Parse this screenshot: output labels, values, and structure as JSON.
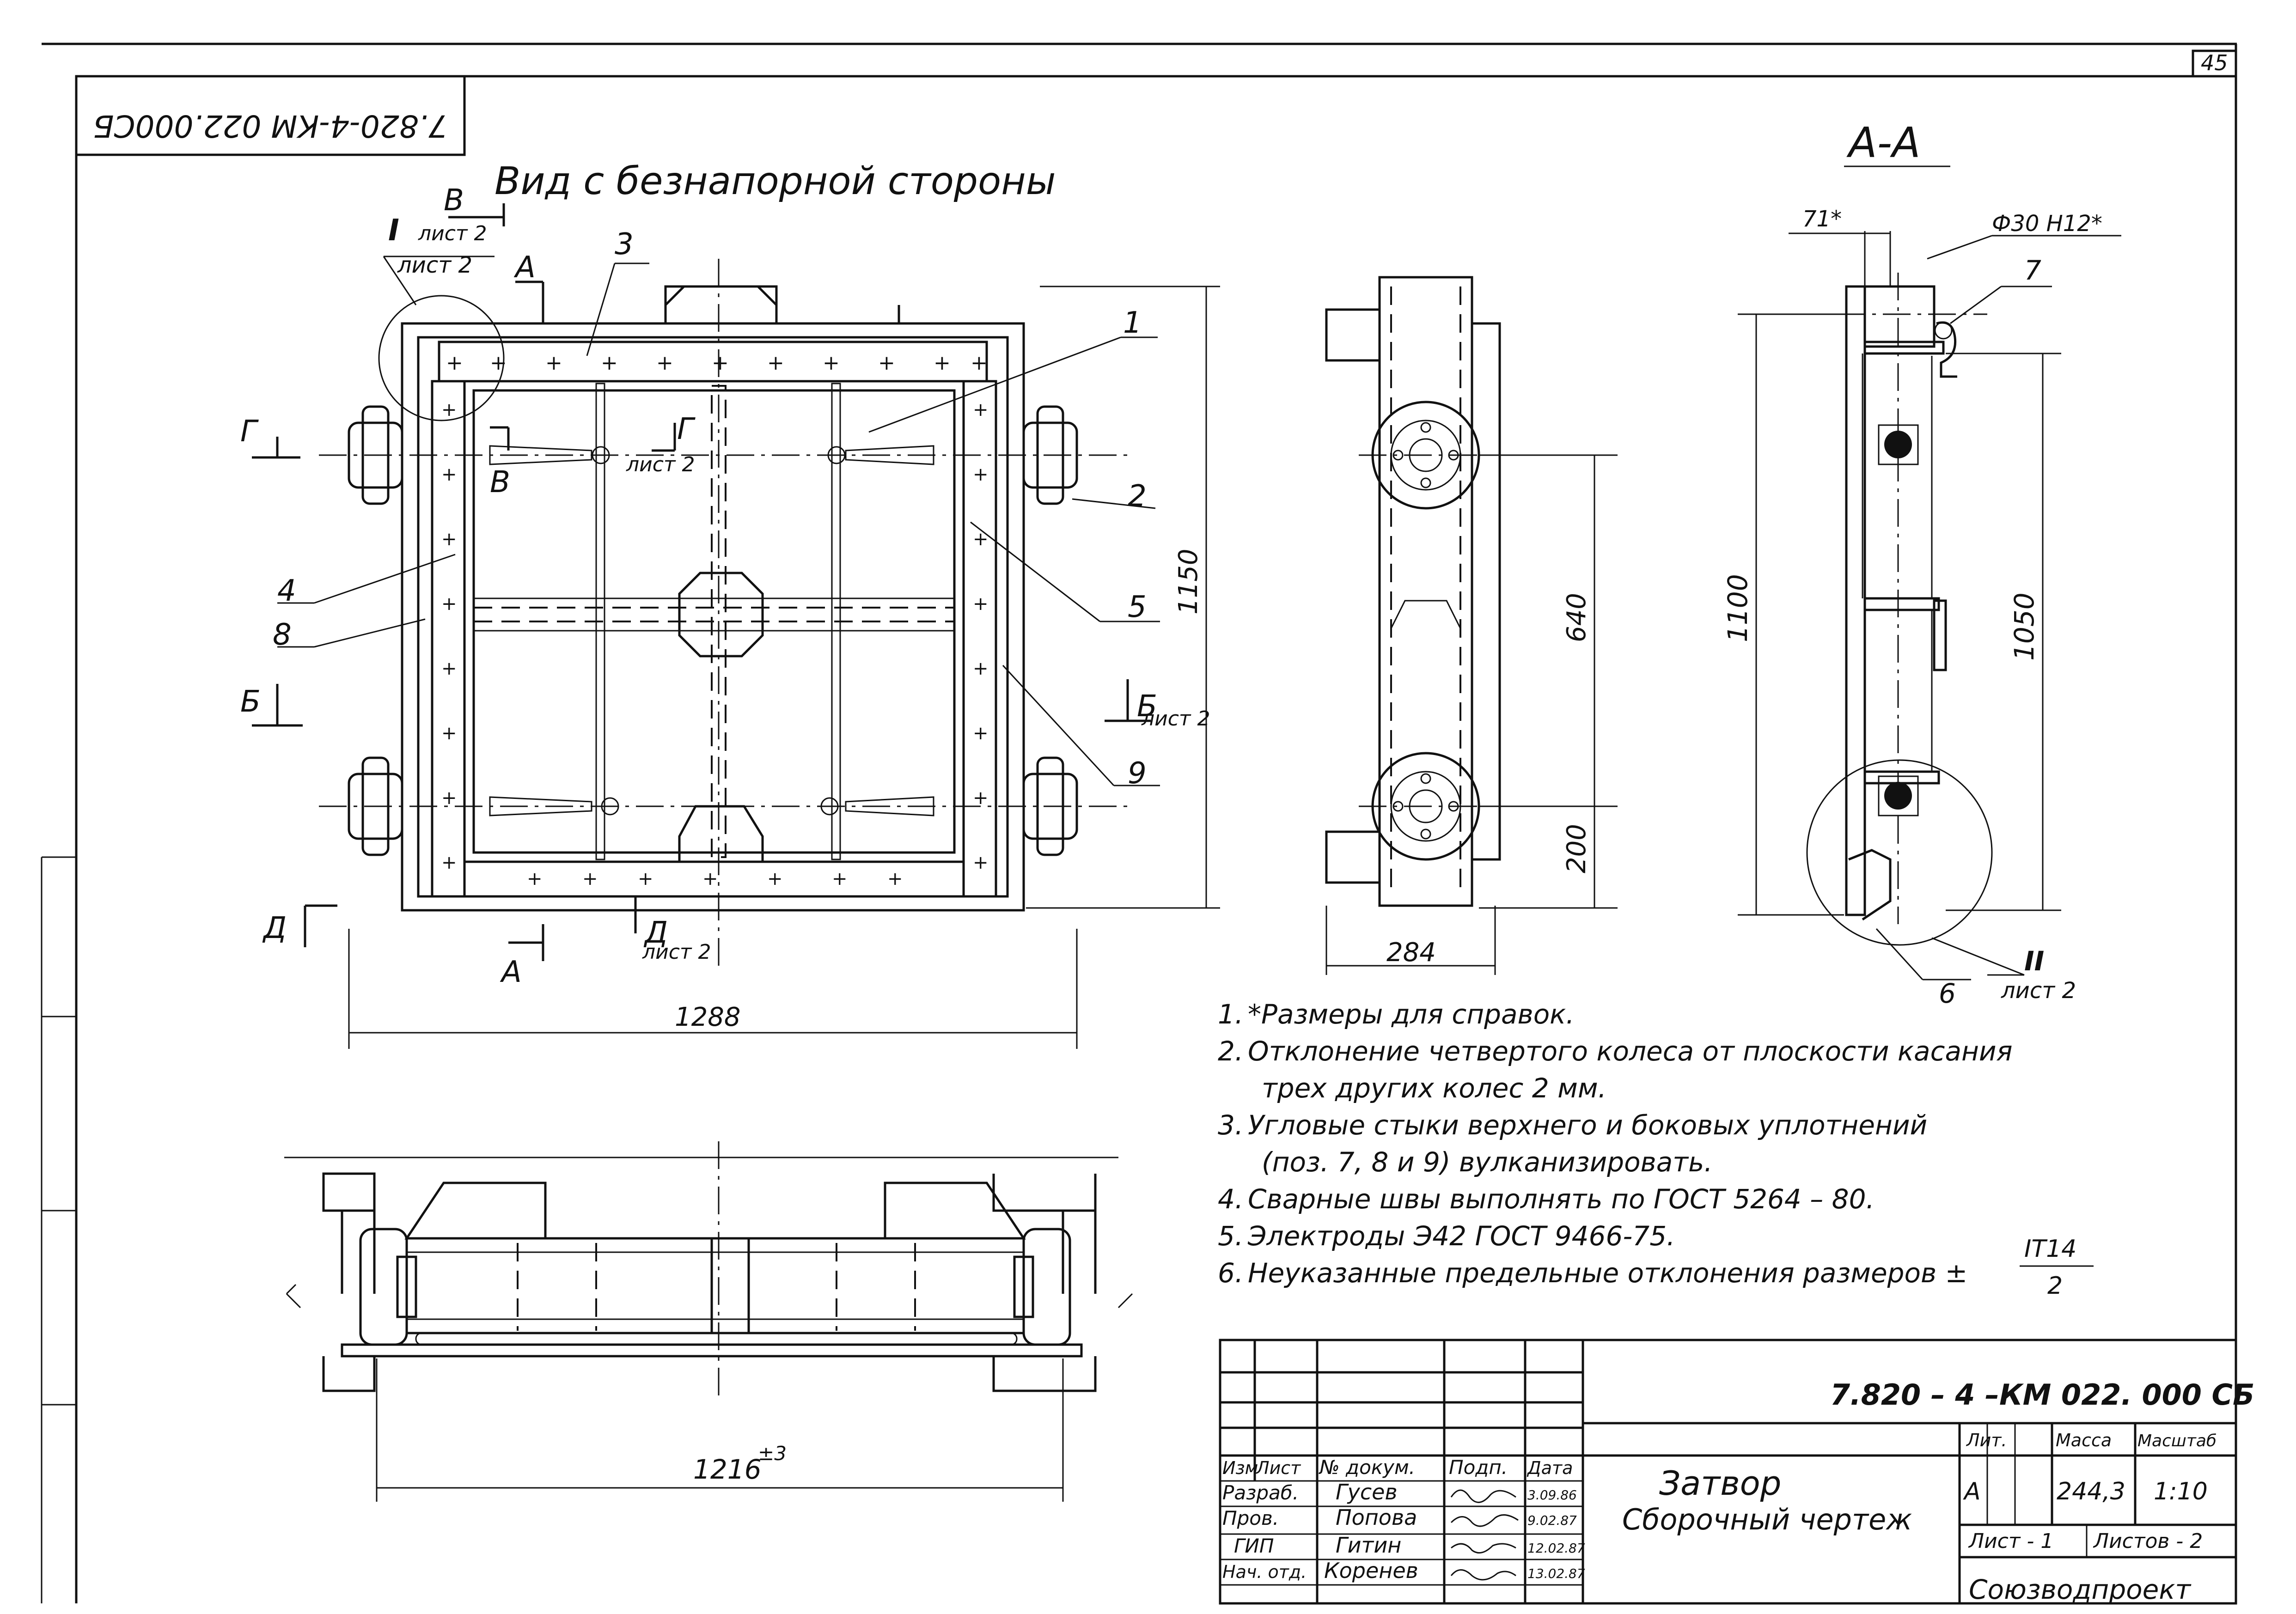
{
  "sheet_number": "45",
  "rotated_code": "7.820-4-КМ 022.000СБ",
  "main_view_title": "Вид с безнапорной стороны",
  "section_aa_title": "А-А",
  "callouts": {
    "c1": "1",
    "c2": "2",
    "c3": "3",
    "c4": "4",
    "c5": "5",
    "c6": "6",
    "c7": "7",
    "c8": "8",
    "c9": "9",
    "detail_I": "I",
    "detail_I_sheet": "лист 2",
    "detail_II": "II",
    "detail_II_sheet": "лист 2",
    "cut_V": "В",
    "cut_V_sheet": "лист 2",
    "cut_V_lower": "В",
    "cut_A_top": "А",
    "cut_A_bottom": "А",
    "cut_G_left": "Г",
    "cut_G_right": "Г",
    "cut_G_sheet": "лист 2",
    "cut_B_left": "Б",
    "cut_B_right": "Б",
    "cut_B_sheet": "лист 2",
    "cut_D_left": "Д",
    "cut_D_bottom": "Д",
    "cut_D_sheet": "лист 2"
  },
  "dimensions": {
    "d1150": "1150",
    "d1288": "1288",
    "d640": "640",
    "d200": "200",
    "d284": "284",
    "d1100": "1100",
    "d1050": "1050",
    "d71": "71*",
    "d_phi": "Ф30 Н12*",
    "d1216": "1216",
    "d1216_tol": "±3"
  },
  "notes": [
    {
      "num": "1.",
      "text": "*Размеры для справок."
    },
    {
      "num": "2.",
      "text": "Отклонение четвертого колеса от плоскости касания"
    },
    {
      "num": "",
      "text": "трех других колес 2 мм."
    },
    {
      "num": "3.",
      "text": "Угловые стыки верхнего и боковых уплотнений"
    },
    {
      "num": "",
      "text": "(поз. 7, 8 и 9) вулканизировать."
    },
    {
      "num": "4.",
      "text": "Сварные швы выполнять по ГОСТ 5264 – 80."
    },
    {
      "num": "5.",
      "text": "Электроды Э42 ГОСТ 9466-75."
    },
    {
      "num": "6.",
      "text": "Неуказанные предельные отклонения размеров ±"
    }
  ],
  "note6_frac_top": "IT14",
  "note6_frac_bottom": "2",
  "title_block": {
    "designation": "7.820 – 4 –КМ 022. 000 СБ",
    "name_line1": "Затвор",
    "name_line2": "Сборочный чертеж",
    "head_izm": "Изм",
    "head_list": "Лист",
    "head_doc": "№ докум.",
    "head_podp": "Подп.",
    "head_date": "Дата",
    "rows": [
      {
        "role": "Разраб.",
        "name": "Гусев",
        "date": "3.09.86"
      },
      {
        "role": "Пров.",
        "name": "Попова",
        "date": "9.02.87"
      },
      {
        "role": "ГИП",
        "name": "Гитин",
        "date": "12.02.87"
      },
      {
        "role": "Нач. отд.",
        "name": "Коренев",
        "date": "13.02.87"
      }
    ],
    "lit_label": "Лит.",
    "mass_label": "Масса",
    "scale_label": "Масштаб",
    "lit_value": "А",
    "mass_value": "244,3",
    "scale_value": "1:10",
    "sheet_label": "Лист - 1",
    "sheets_label": "Листов - 2",
    "org": "Союзводпроект"
  }
}
